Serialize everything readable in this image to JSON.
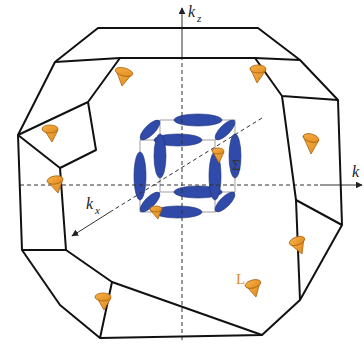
{
  "diagram": {
    "labels": [
      "k",
      "z",
      "k",
      "x",
      "k",
      "Σ",
      "L"
    ]
  }
}
